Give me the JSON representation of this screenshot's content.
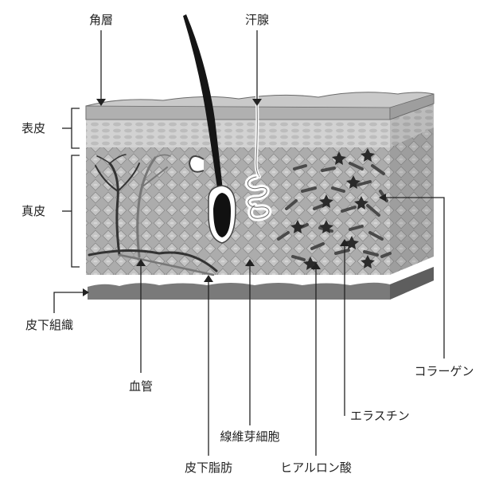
{
  "labels": {
    "stratum_corneum": "角層",
    "sweat_gland": "汗腺",
    "epidermis": "表皮",
    "dermis": "真皮",
    "subcutaneous_tissue": "皮下組織",
    "blood_vessel": "血管",
    "collagen": "コラーゲン",
    "elastin": "エラスチン",
    "fibroblast": "線維芽細胞",
    "subcutaneous_fat": "皮下脂肪",
    "hyaluronic_acid": "ヒアルロン酸"
  },
  "colors": {
    "line": "#222222",
    "stratum_top": "#c8c8c8",
    "stratum_front": "#b3b3b3",
    "epidermis": "#cfcfcf",
    "dermis": "#aaaaaa",
    "dermis_side": "#8f8f8f",
    "subcutaneous": "#7d7d7d",
    "hair": "#151515",
    "vessel_dark": "#333333",
    "vessel_light": "#777777",
    "fiber": "#4a4a4a"
  }
}
